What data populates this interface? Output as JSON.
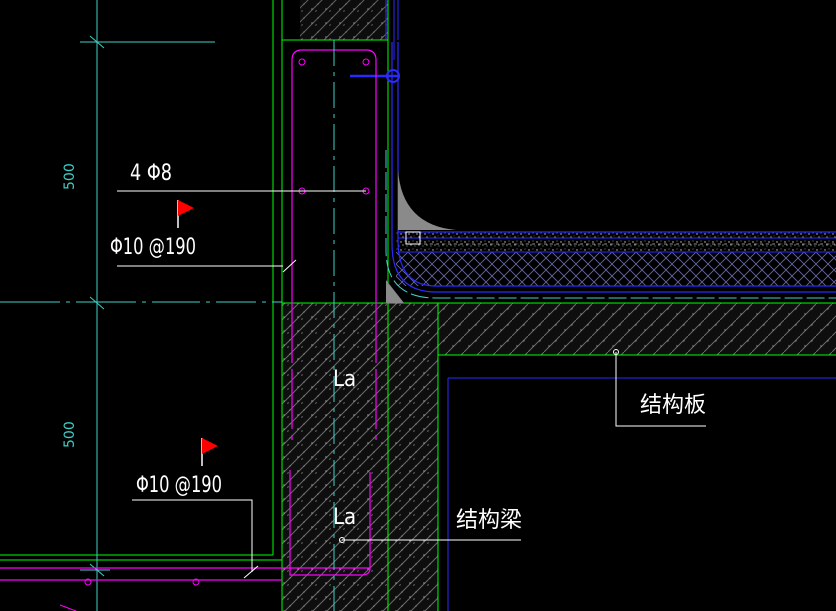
{
  "drawing": {
    "background": "#000000",
    "colors": {
      "structure_line": "#00ff00",
      "rebar": "#ff00ff",
      "dimension": "#3fd0c8",
      "waterproof": "#2a2aff",
      "leader": "#ffffff",
      "flag": "#ff0000",
      "hatch": "#7a7a7a",
      "fillet": "#8a8a8a"
    },
    "labels": {
      "stirrup_count": "4 Φ8",
      "rebar_upper": "Φ10 @190",
      "rebar_lower": "Φ10 @190",
      "anchor_upper": "La",
      "anchor_lower": "La",
      "slab": "结构板",
      "beam": "结构梁"
    },
    "dimensions": {
      "upper": "500",
      "lower": "500"
    },
    "icons": {
      "flag_upper": "red-flag-icon",
      "flag_lower": "red-flag-icon"
    }
  }
}
